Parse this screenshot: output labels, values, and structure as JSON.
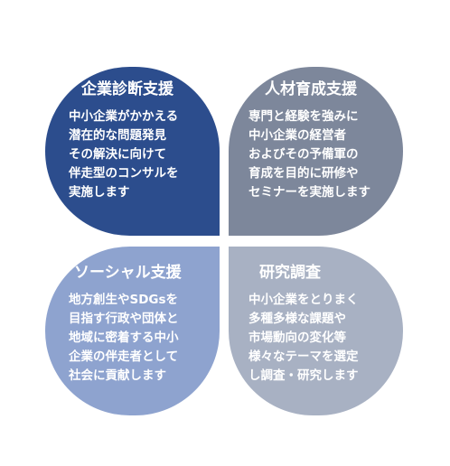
{
  "petals": {
    "top_left": {
      "title": "企業診断支援",
      "lines": [
        "中小企業がかかえる",
        "潜在的な問題発見",
        "その解決に向けて",
        "伴走型のコンサルを",
        "実施します"
      ],
      "color": "#2c4d8d"
    },
    "top_right": {
      "title": "人材育成支援",
      "lines": [
        "専門と経験を強みに",
        "中小企業の経営者",
        "およびその予備軍の",
        "育成を目的に研修や",
        "セミナーを実施します"
      ],
      "color": "#7d879b"
    },
    "bottom_left": {
      "title": "ソーシャル支援",
      "lines": [
        "地方創生やSDGsを",
        "目指す行政や団体と",
        "地域に密着する中小",
        "企業の伴走者として",
        "社会に貢献します"
      ],
      "color": "#8ea3cf"
    },
    "bottom_right": {
      "title": "研究調査",
      "lines": [
        "中小企業をとりまく",
        "多種多様な課題や",
        "市場動向の変化等",
        "様々なテーマを選定",
        "し調査・研究します"
      ],
      "color": "#a8b1c3"
    }
  }
}
